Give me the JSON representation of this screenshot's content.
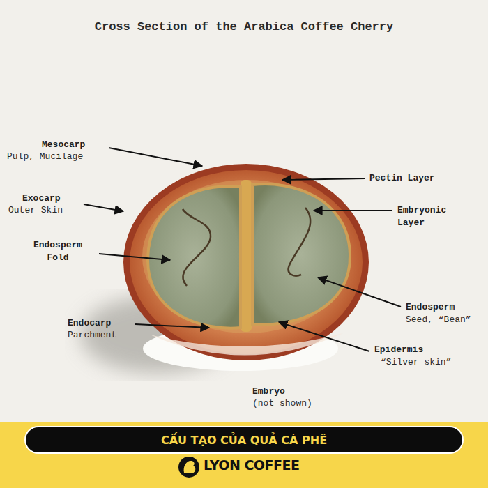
{
  "diagram": {
    "title": "Cross Section of the Arabica Coffee Cherry",
    "nodes": [
      {
        "text": [
          "CẤU TẠO CỦA QUẢ CÀ PHÊ"
        ]
      }
    ],
    "labels": [
      "Mesocarp",
      "Pulp, Mucilage",
      "Pectin Layer",
      "Exocarp",
      "Outer Skin",
      "Embryonic Layer",
      "Endosperm Fold",
      "Endosperm",
      "Seed, “Bean”",
      "Endocarp",
      "Parchment",
      "Epidermis",
      "“Silver skin”",
      "Embryo",
      "(not shown)",
      "LYON COFFEE"
    ]
  }
}
